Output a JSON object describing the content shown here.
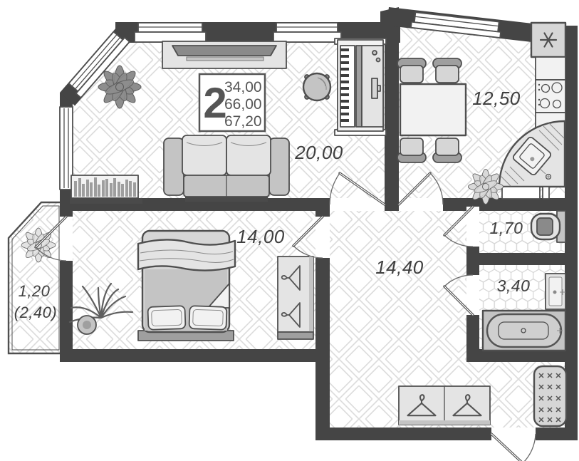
{
  "legend": {
    "rooms_count": "2",
    "areas": [
      "34,00",
      "66,00",
      "67,20"
    ]
  },
  "rooms": {
    "living": {
      "area": "20,00"
    },
    "kitchen": {
      "area": "12,50"
    },
    "bedroom": {
      "area": "14,00"
    },
    "hallway": {
      "area": "14,40"
    },
    "wc": {
      "area": "1,70"
    },
    "bathroom": {
      "area": "3,40"
    },
    "balcony": {
      "area": "1,20",
      "area_reduced": "(2,40)"
    }
  },
  "icons": {
    "freezer-icon": "✳",
    "hanger-icon": "clothes-hanger-shape",
    "doormat-pattern-icon": "×",
    "burner-icon": "○",
    "plant-icon": "leaf-rosette"
  },
  "colors": {
    "wall": "#454545",
    "floor_line": "#dcdcdc",
    "tile_line": "#d6d6d6",
    "label_text": "#3f3f3f",
    "furniture_line": "#4f4f4f"
  }
}
